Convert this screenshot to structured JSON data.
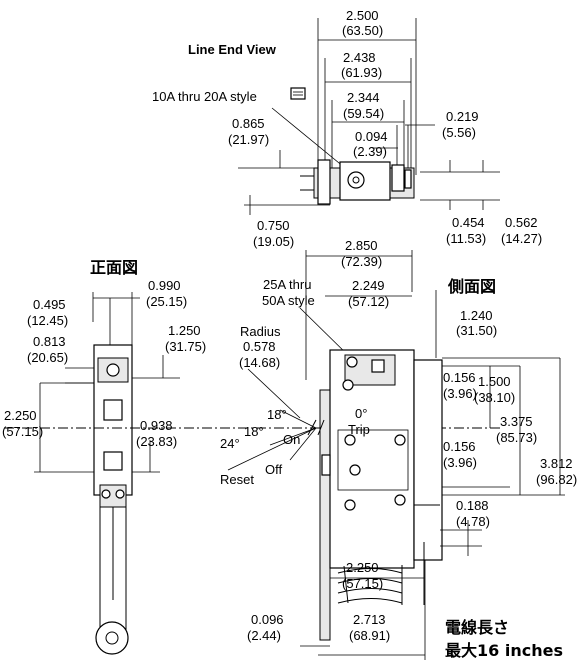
{
  "top": {
    "title": "Line End View",
    "style_label": "10A thru 20A style",
    "dims": [
      {
        "v": "2.500",
        "mm": "(63.50)"
      },
      {
        "v": "2.438",
        "mm": "(61.93)"
      },
      {
        "v": "2.344",
        "mm": "(59.54)"
      },
      {
        "v": "0.219",
        "mm": "(5.56)"
      },
      {
        "v": "0.865",
        "mm": "(21.97)"
      },
      {
        "v": "0.094",
        "mm": "(2.39)"
      },
      {
        "v": "0.750",
        "mm": "(19.05)"
      },
      {
        "v": "0.454",
        "mm": "(11.53)"
      },
      {
        "v": "0.562",
        "mm": "(14.27)"
      }
    ]
  },
  "front": {
    "title": "正面図",
    "dims": [
      {
        "v": "0.990",
        "mm": "(25.15)"
      },
      {
        "v": "0.495",
        "mm": "(12.45)"
      },
      {
        "v": "0.813",
        "mm": "(20.65)"
      },
      {
        "v": "1.250",
        "mm": "(31.75)"
      },
      {
        "v": "2.250",
        "mm": "(57.15)"
      },
      {
        "v": "0.938",
        "mm": "(23.83)"
      }
    ]
  },
  "side": {
    "title": "側面図",
    "style_label_1": "25A thru",
    "style_label_2": "50A style",
    "radius_label": "Radius",
    "radius_v": "0.578",
    "radius_mm": "(14.68)",
    "angles": {
      "a18a": "18°",
      "a18b": "18°",
      "a24": "24°",
      "a0": "0°"
    },
    "states": {
      "on": "On",
      "off": "Off",
      "trip": "Trip",
      "reset": "Reset"
    },
    "dims": [
      {
        "v": "2.850",
        "mm": "(72.39)"
      },
      {
        "v": "2.249",
        "mm": "(57.12)"
      },
      {
        "v": "1.240",
        "mm": "(31.50)"
      },
      {
        "v": "1.500",
        "mm": "(38.10)"
      },
      {
        "v": "0.156",
        "mm": "(3.96)"
      },
      {
        "v": "3.375",
        "mm": "(85.73)"
      },
      {
        "v": "0.156",
        "mm": "(3.96)"
      },
      {
        "v": "3.812",
        "mm": "(96.82)"
      },
      {
        "v": "0.188",
        "mm": "(4.78)"
      },
      {
        "v": "2.250",
        "mm": "(57.15)"
      },
      {
        "v": "0.096",
        "mm": "(2.44)"
      },
      {
        "v": "2.713",
        "mm": "(68.91)"
      }
    ],
    "wire_label_1": "電線長さ",
    "wire_label_2": "最大16 inches"
  }
}
